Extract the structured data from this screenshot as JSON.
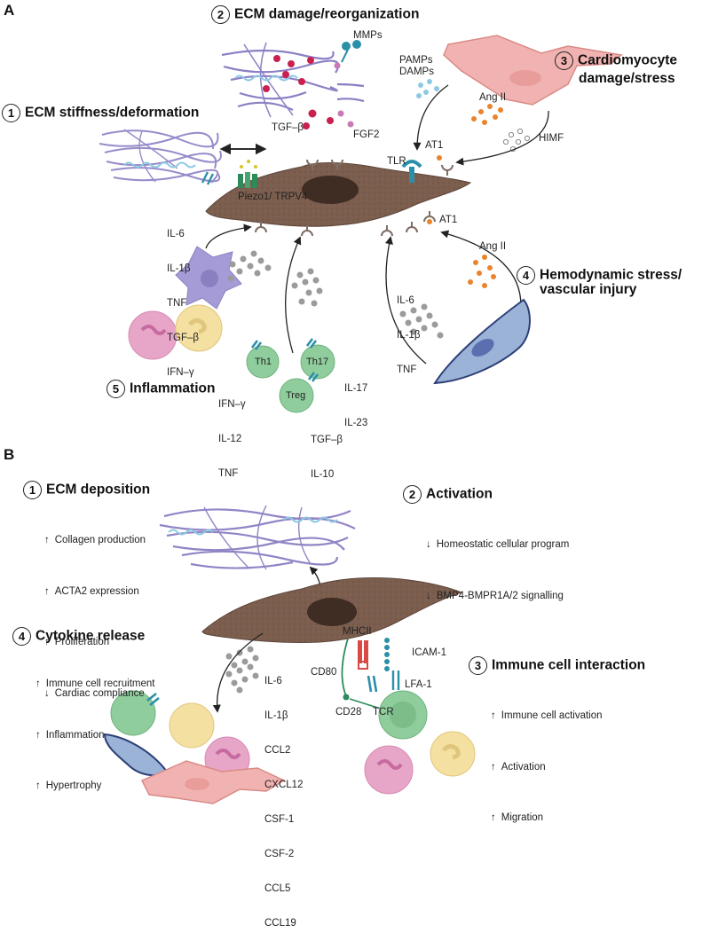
{
  "colors": {
    "fibroblast": "#7b5e4e",
    "nucleus": "#3f2c23",
    "ecm_fiber": "#8c7fc4",
    "hyaluronan": "#8ec9e3",
    "cardiomyocyte": "#f1b3b1",
    "endothelial": "#9cb3d8",
    "t_cell": "#8fcd9c",
    "macrophage": "#a59bd6",
    "neutrophil": "#e7a6c8",
    "eosinophil": "#f4e0a0",
    "receptor_teal": "#2b8fa8",
    "angiotensin": "#e9842c",
    "cytokine_grey": "#9b9b9b",
    "mmp_red": "#c9204e"
  },
  "panel_a": {
    "label": "A",
    "s1": {
      "num": "1",
      "title": "ECM stiffness/deformation"
    },
    "s2": {
      "num": "2",
      "title": "ECM damage/reorganization"
    },
    "s3": {
      "num": "3",
      "title_line1": "Cardiomyocyte",
      "title_line2": "damage/stress"
    },
    "s4": {
      "num": "4",
      "title_line1": "Hemodynamic stress/",
      "title_line2": "vascular injury"
    },
    "s5": {
      "num": "5",
      "title": "Inflammation"
    },
    "mmps": "MMPs",
    "tgfb": "TGF–β",
    "fgf2": "FGF2",
    "pamps": "PAMPs",
    "damps": "DAMPs",
    "angii_top": "Ang II",
    "himf": "HIMF",
    "at1_top": "AT1",
    "tlr": "TLR",
    "at1_mid": "AT1",
    "piezo": "Piezo1/ TRPV4",
    "macro_cytokines": [
      "IL-6",
      "IL-1β",
      "TNF",
      "TGF–β",
      "IFN–γ"
    ],
    "vascular_cytokines": [
      "IL-6",
      "IL-1β",
      "TNF"
    ],
    "angii_vascular": "Ang II",
    "th1": "Th1",
    "th17": "Th17",
    "treg": "Treg",
    "th1_cytokines": [
      "IFN–γ",
      "IL-12",
      "TNF"
    ],
    "th17_cytokines": [
      "IL-17",
      "IL-23"
    ],
    "treg_cytokines": [
      "TGF–β",
      "IL-10"
    ]
  },
  "panel_b": {
    "label": "B",
    "s1": {
      "num": "1",
      "title": "ECM deposition",
      "items": [
        {
          "dir": "up",
          "text": "Collagen production"
        },
        {
          "dir": "up",
          "text": "ACTA2 expression"
        },
        {
          "dir": "up",
          "text": "Proliferation"
        },
        {
          "dir": "down",
          "text": "Cardiac compliance"
        }
      ]
    },
    "s2": {
      "num": "2",
      "title": "Activation",
      "items": [
        {
          "dir": "down",
          "text": "Homeostatic cellular program"
        },
        {
          "dir": "down",
          "text": "BMP4-BMPR1A/2 signalling"
        }
      ]
    },
    "s3": {
      "num": "3",
      "title": "Immune cell interaction",
      "items": [
        {
          "dir": "up",
          "text": "Immune cell activation"
        },
        {
          "dir": "up",
          "text": "Activation"
        },
        {
          "dir": "up",
          "text": "Migration"
        }
      ]
    },
    "s4": {
      "num": "4",
      "title": "Cytokine release",
      "items": [
        {
          "dir": "up",
          "text": "Immune cell recruitment"
        },
        {
          "dir": "up",
          "text": "Inflammation"
        },
        {
          "dir": "up",
          "text": "Hypertrophy"
        }
      ]
    },
    "cytokines": [
      "IL-6",
      "IL-1β",
      "CCL2",
      "CXCL12",
      "CSF-1",
      "CSF-2",
      "CCL5",
      "CCL19"
    ],
    "mhcii": "MHCII",
    "icam1": "ICAM-1",
    "cd80": "CD80",
    "lfa1": "LFA-1",
    "cd28": "CD28",
    "tcr": "TCR"
  },
  "arrows": {
    "up": "↑",
    "down": "↓"
  }
}
